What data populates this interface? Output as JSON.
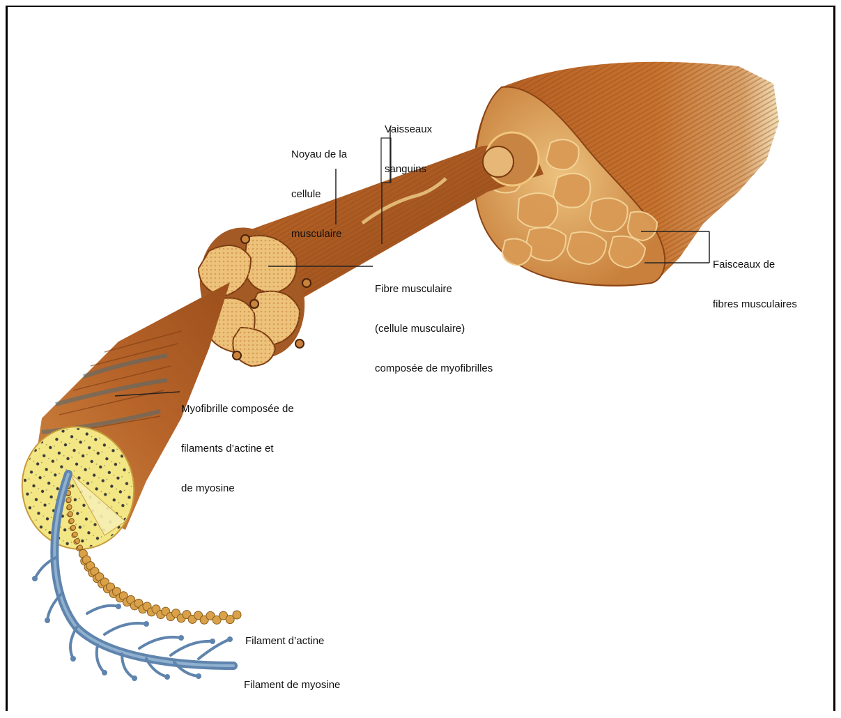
{
  "labels": {
    "vaisseaux": [
      "Vaisseaux",
      "sanguins"
    ],
    "noyau": [
      "Noyau de la",
      "cellule",
      "musculaire"
    ],
    "faisceaux": [
      "Faisceaux de",
      "fibres musculaires"
    ],
    "fibre": [
      "Fibre musculaire",
      "(cellule musculaire)",
      "composée de myofibrilles"
    ],
    "myofibrille": [
      "Myofibrille composée de",
      "filaments d’actine et",
      "de myosine"
    ],
    "actine": [
      "Filament d’actine"
    ],
    "myosine": [
      "Filament de myosine"
    ]
  },
  "colors": {
    "muscle_dark": "#9a4a18",
    "muscle_mid": "#c36a2c",
    "muscle_light": "#e7b06a",
    "section_fill": "#e7b56e",
    "myofibril_face": "#f4ea8a",
    "myosin_blue": "#5f84ad",
    "actin_bead": "#d9a24a",
    "leader_line": "#222222"
  }
}
